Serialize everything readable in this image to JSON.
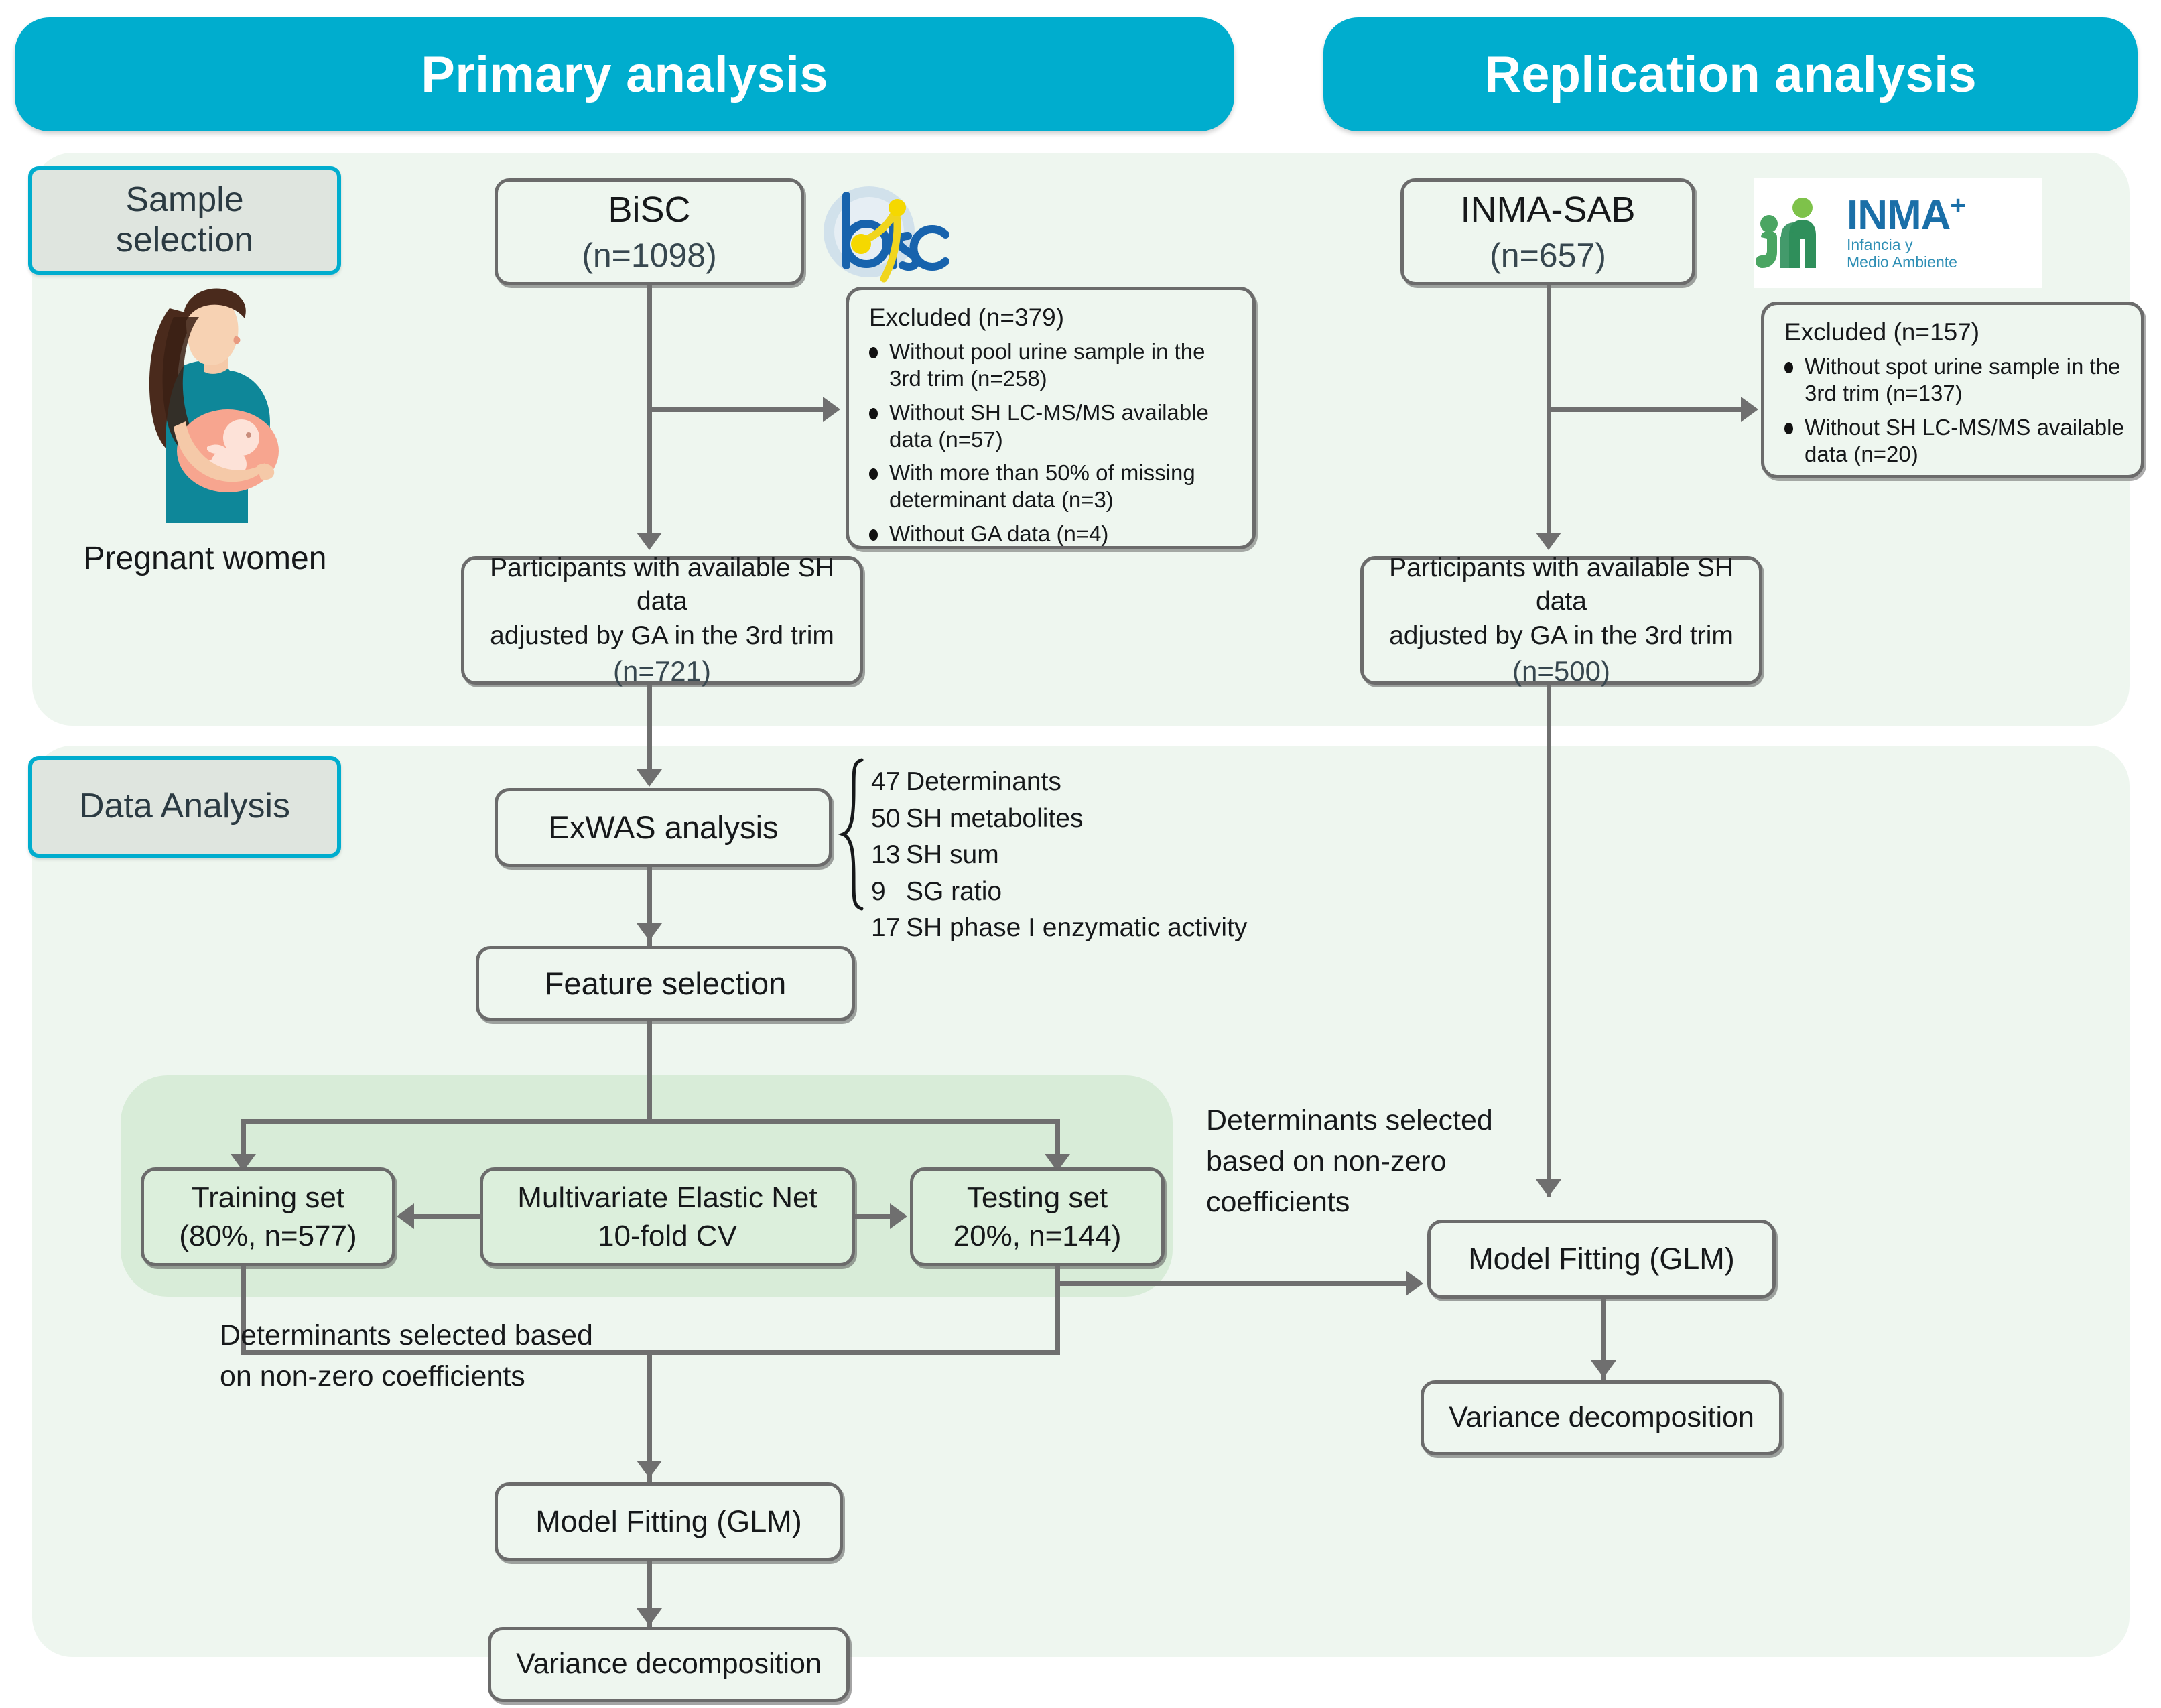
{
  "headers": {
    "primary": "Primary analysis",
    "replication": "Replication analysis"
  },
  "stages": {
    "sample_selection": "Sample\nselection",
    "data_analysis": "Data Analysis"
  },
  "sample": {
    "caption": "Pregnant women"
  },
  "logos": {
    "bisc": "bisc",
    "inma_name": "INMA",
    "inma_plus": "+",
    "inma_tagline_line1": "Infancia y",
    "inma_tagline_line2": "Medio Ambiente"
  },
  "primary": {
    "cohort_name": "BiSC",
    "cohort_n": "(n=1098)",
    "excluded_title": "Excluded (n=379)",
    "excluded_items": [
      "Without pool urine sample in the 3rd trim (n=258)",
      "Without SH LC-MS/MS available data (n=57)",
      "With more than 50% of missing determinant data (n=3)",
      "Without GA data (n=4)"
    ],
    "participants_line1": "Participants with available SH data",
    "participants_line2": "adjusted by GA in the 3rd trim",
    "participants_n": "(n=721)",
    "exwas": "ExWAS analysis",
    "exwas_list": [
      {
        "count": "47",
        "label": "Determinants"
      },
      {
        "count": "50",
        "label": "SH metabolites"
      },
      {
        "count": "13",
        "label": "SH sum"
      },
      {
        "count": "9",
        "label": "SG ratio"
      },
      {
        "count": "17",
        "label": "SH phase I enzymatic activity"
      }
    ],
    "feature_selection": "Feature selection",
    "training_line1": "Training set",
    "training_line2": "(80%, n=577)",
    "elasticnet_line1": "Multivariate Elastic Net",
    "elasticnet_line2": "10-fold CV",
    "testing_line1": "Testing set",
    "testing_line2": "20%, n=144)",
    "determinants_note": "Determinants selected based\non non-zero coefficients",
    "model_fitting": "Model Fitting (GLM)",
    "variance": "Variance decomposition"
  },
  "replication": {
    "cohort_name": "INMA-SAB",
    "cohort_n": "(n=657)",
    "excluded_title": "Excluded (n=157)",
    "excluded_items": [
      "Without spot urine sample in the 3rd trim (n=137)",
      "Without SH LC-MS/MS available data (n=20)"
    ],
    "participants_line1": "Participants with available SH data",
    "participants_line2": "adjusted by GA in the 3rd trim",
    "participants_n": "(n=500)",
    "determinants_note": "Determinants selected\nbased on non-zero\ncoefficients",
    "model_fitting": "Model Fitting (GLM)",
    "variance": "Variance decomposition"
  },
  "colors": {
    "header_teal": "#00ADCE",
    "panel_green": "#eef6ef",
    "inner_green": "#d8ecd8",
    "box_border": "#6b6b6b",
    "connector": "#6f6f6f"
  }
}
